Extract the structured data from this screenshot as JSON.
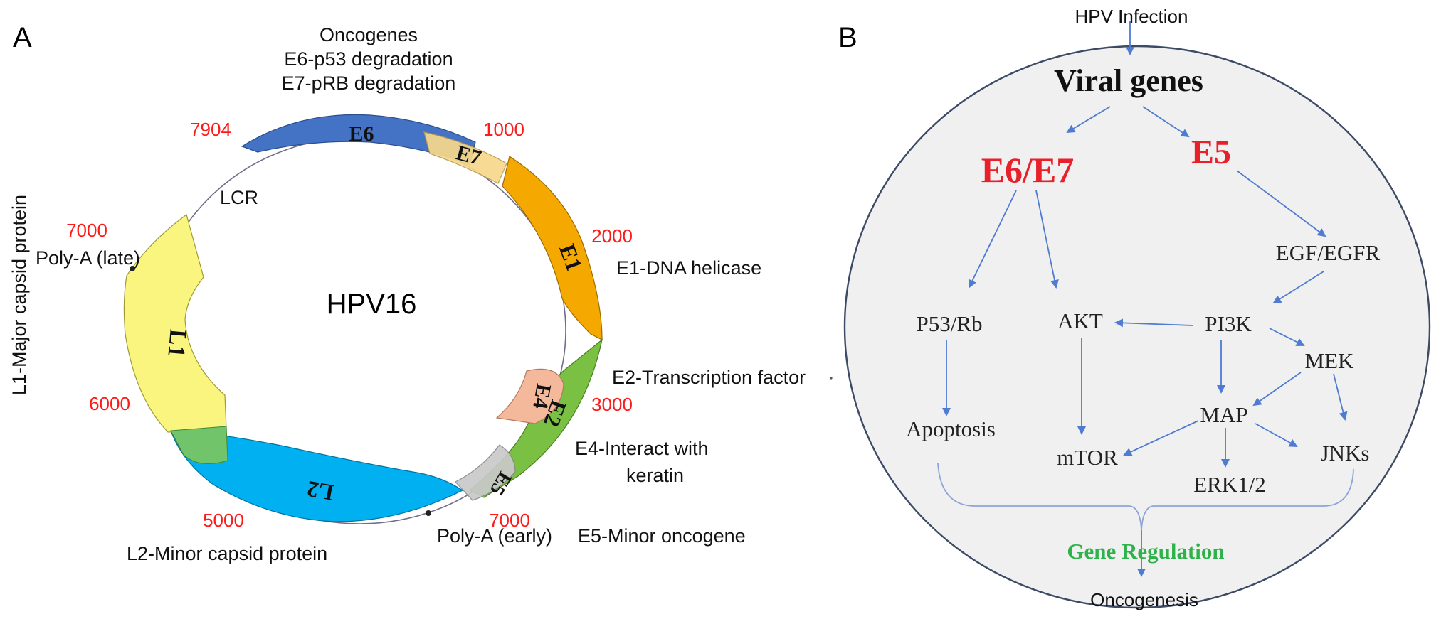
{
  "panelA": {
    "label": "A",
    "title": "HPV16",
    "oncogenes": [
      "Oncogenes",
      "E6-p53 degradation",
      "E7-pRB degradation"
    ],
    "positions": {
      "p7904": "7904",
      "p1000": "1000",
      "p2000": "2000",
      "p3000": "3000",
      "p7000_bottom": "7000",
      "p5000": "5000",
      "p6000": "6000",
      "p7000_left": "7000"
    },
    "genes": {
      "e6": "E6",
      "e7": "E7",
      "e1": "E1",
      "e2": "E2",
      "e4": "E4",
      "e5": "E5",
      "l2": "L2",
      "l1": "L1"
    },
    "labels": {
      "lcr": "LCR",
      "polya_late": "Poly-A (late)",
      "l1_desc": "L1-Major capsid protein",
      "e1_desc": "E1-DNA helicase",
      "e2_desc": "E2-Transcription factor",
      "e4_desc_1": "E4-Interact with",
      "e4_desc_2": "keratin",
      "polya_early": "Poly-A (early)",
      "e5_desc": "E5-Minor oncogene",
      "l2_desc": "L2-Minor capsid protein"
    },
    "colors": {
      "number": "#ff1a1a",
      "e6": "#4472c4",
      "e7": "#f7d98b",
      "e1": "#f5a800",
      "e2": "#7ac143",
      "e4": "#f4b89a",
      "e5": "#c9c9c9",
      "l2": "#00b0f0",
      "l1": "#f9f57f",
      "overlap": "#72c46a"
    }
  },
  "panelB": {
    "label": "B",
    "nodes": {
      "infection": "HPV Infection",
      "viral_genes": "Viral genes",
      "e6e7": "E6/E7",
      "e5": "E5",
      "egf": "EGF/EGFR",
      "p53rb": "P53/Rb",
      "akt": "AKT",
      "pi3k": "PI3K",
      "mek": "MEK",
      "map": "MAP",
      "apoptosis": "Apoptosis",
      "mtor": "mTOR",
      "erk": "ERK1/2",
      "jnks": "JNKs",
      "gene_regulation": "Gene Regulation",
      "oncogenesis": "Oncogenesis"
    },
    "colors": {
      "oncogene_red": "#e8202a",
      "regulation_green": "#2eb34a",
      "arrow_blue": "#4f7bd1",
      "ellipse_fill": "#f0f0f0",
      "ellipse_stroke": "#3c4a66"
    }
  }
}
